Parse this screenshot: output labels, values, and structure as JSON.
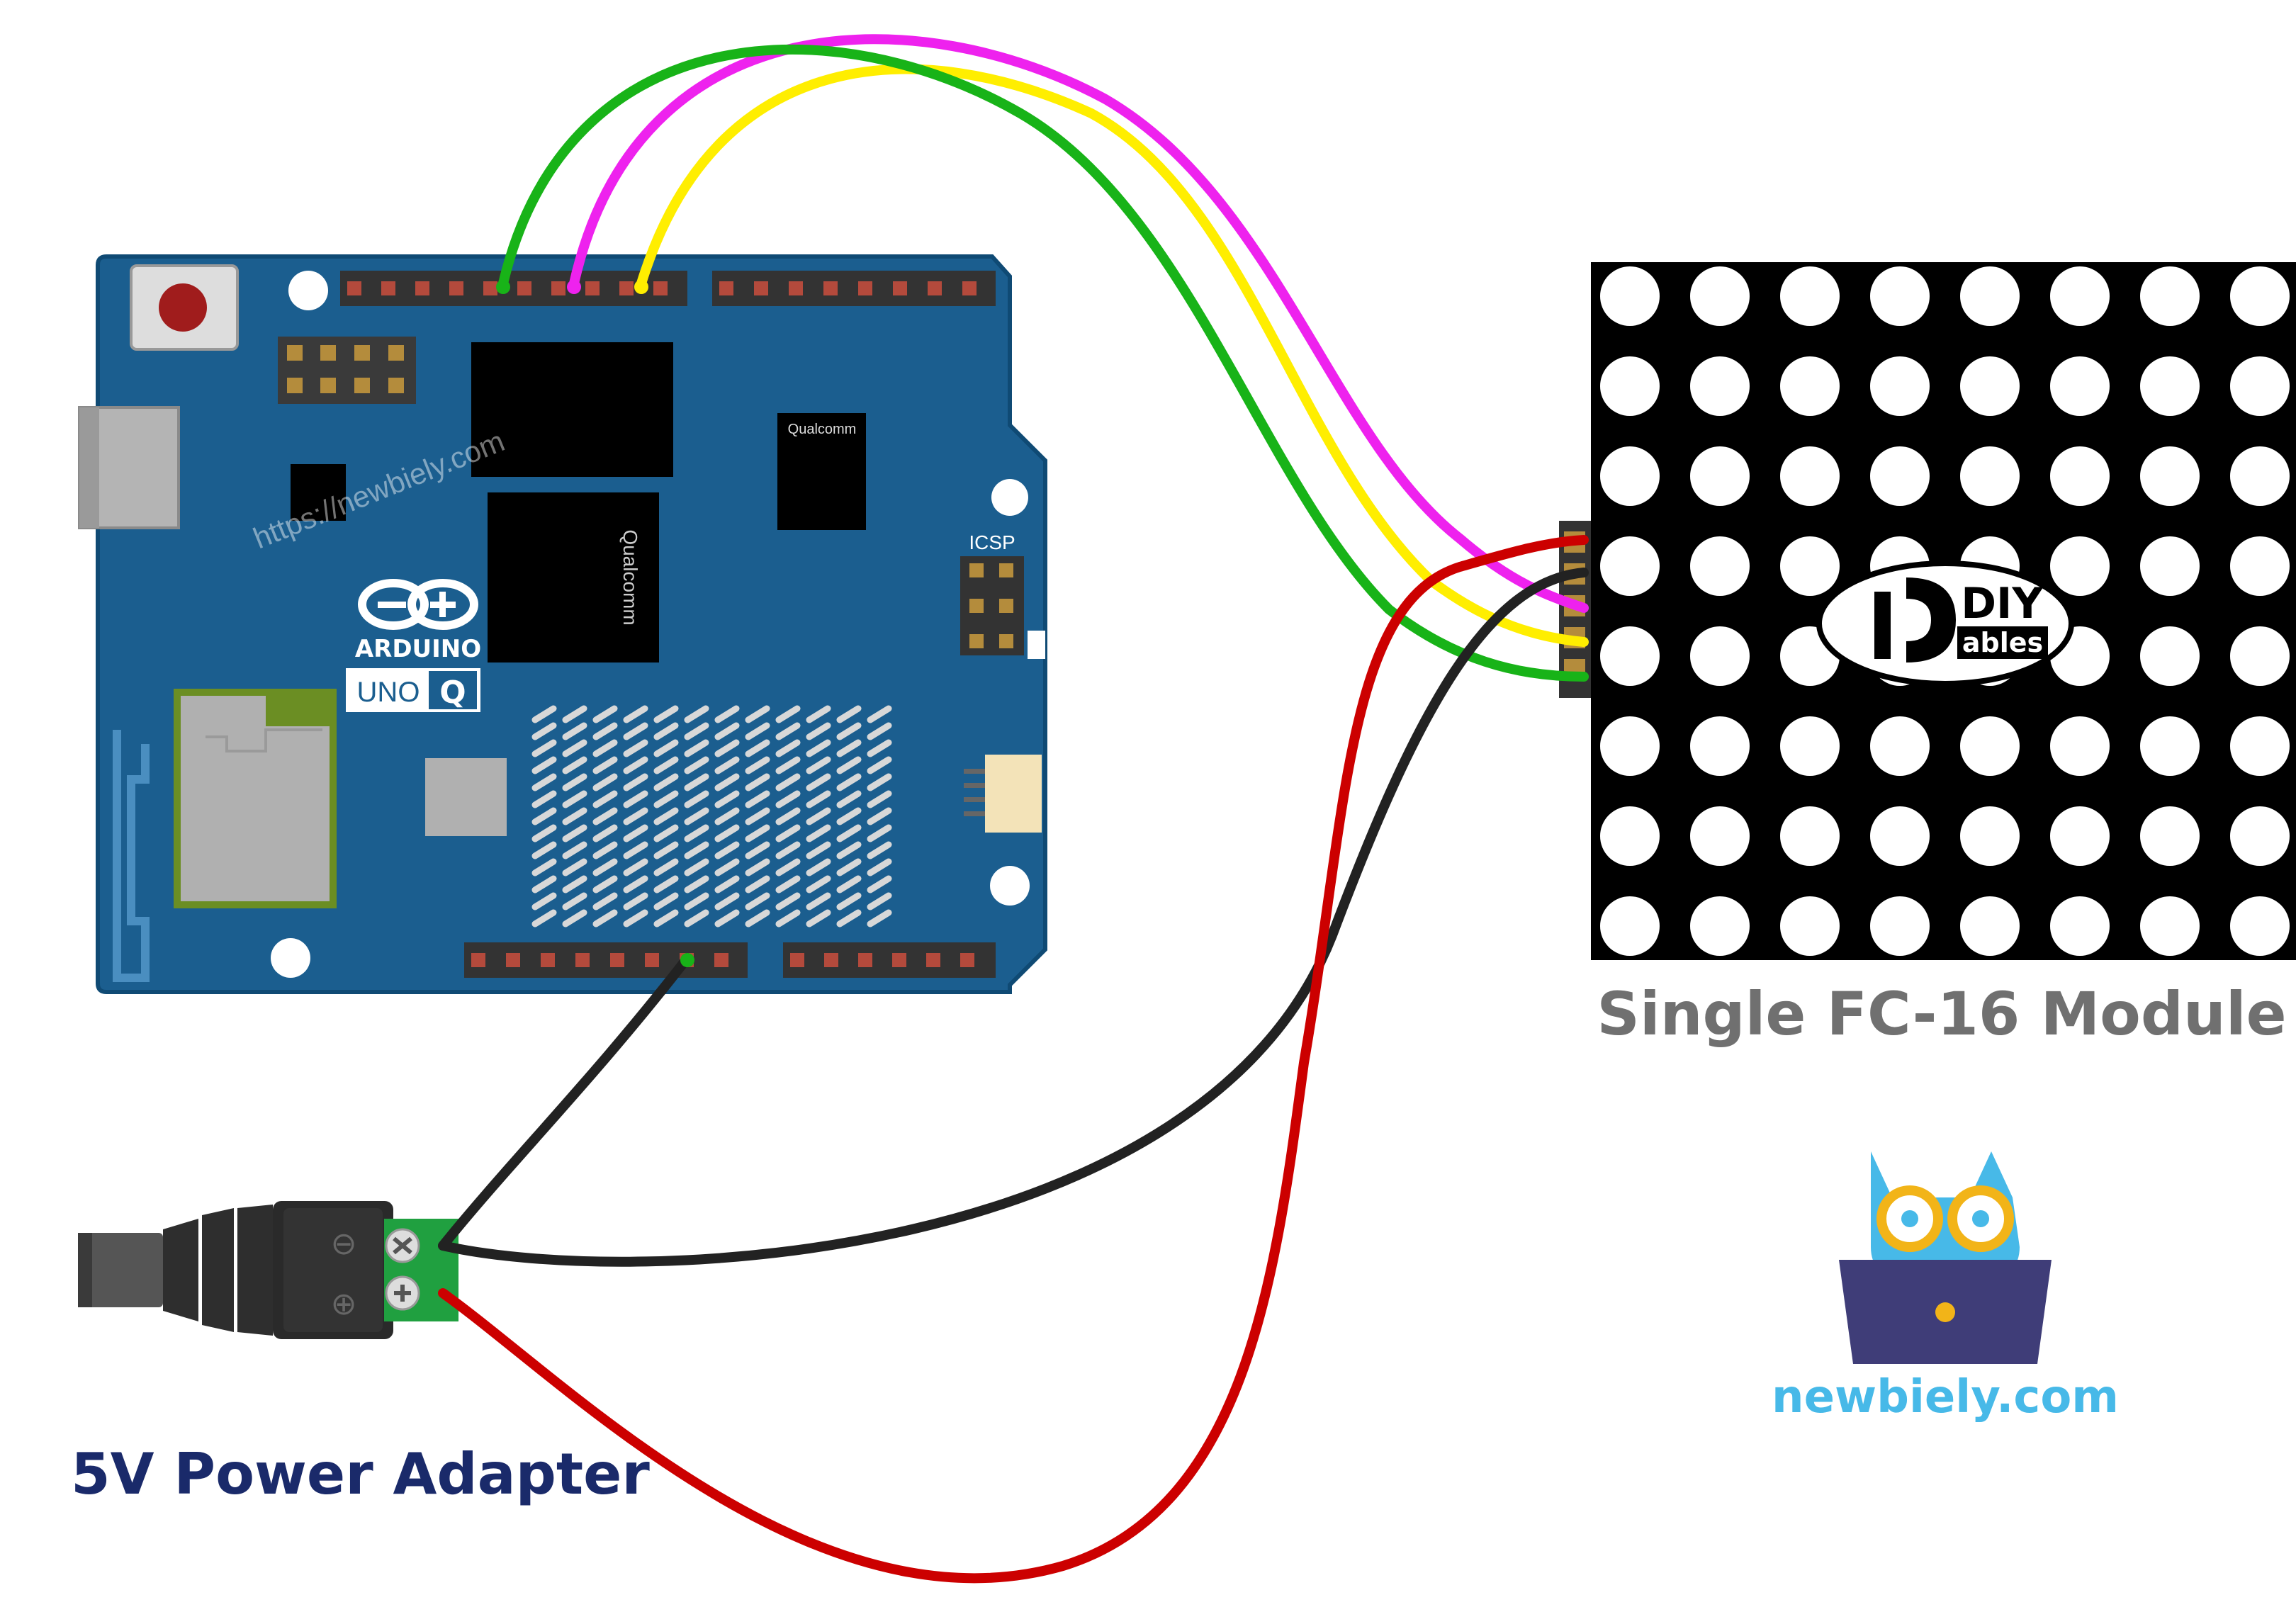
{
  "board": {
    "brand": "ARDUINO",
    "model_left": "UNO",
    "model_right": "Q",
    "chip_label_1": "Qualcomm",
    "chip_label_2": "Qualcomm",
    "icsp_label": "ICSP",
    "watermark": "https://newbiely.com",
    "colors": {
      "pcb": "#1b5e8f",
      "pcb_edge": "#0f4a74"
    }
  },
  "module": {
    "title": "Single FC-16 Module",
    "badge_top": "DIY",
    "badge_bottom": "ables",
    "matrix": {
      "rows": 8,
      "cols": 8,
      "led_color": "#ffffff",
      "bg_color": "#000000"
    }
  },
  "adapter": {
    "title": "5V Power Adapter",
    "minus_symbol": "⊖",
    "plus_symbol": "⊕"
  },
  "logo": {
    "text": "newbiely.com",
    "colors": {
      "owl": "#47b9e8",
      "glasses": "#f2b418",
      "laptop": "#3f3d78",
      "text": "#47b9e8"
    }
  },
  "wires": {
    "colors": {
      "green": "#18b318",
      "magenta": "#ee22ee",
      "yellow": "#ffee00",
      "black": "#222222",
      "red": "#cc0000"
    }
  }
}
